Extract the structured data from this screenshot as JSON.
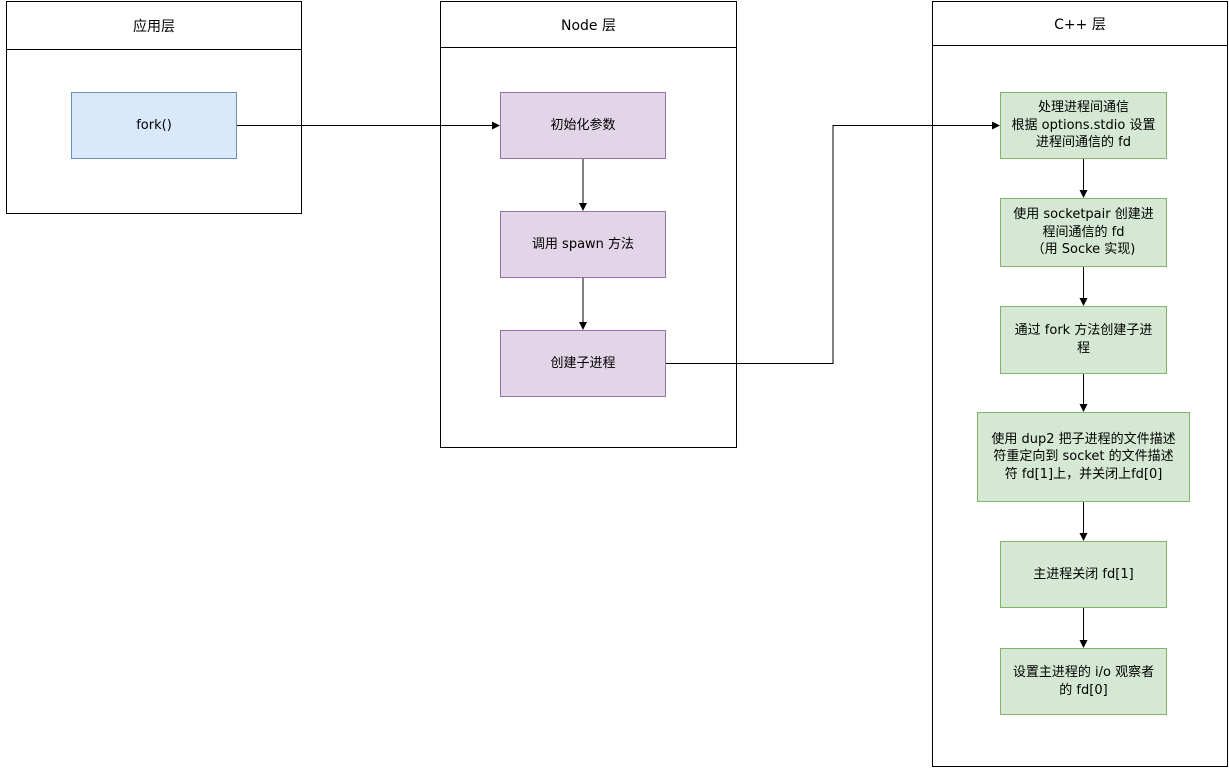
{
  "colors": {
    "blue_fill": "#dae8fc",
    "blue_stroke": "#6c8ebf",
    "purple_fill": "#e1d5e7",
    "purple_stroke": "#9673a6",
    "green_fill": "#d5e8d4",
    "green_stroke": "#82b366",
    "line": "#000000"
  },
  "lanes": {
    "app": {
      "title": "应用层",
      "nodes": [
        "fork()"
      ]
    },
    "node": {
      "title": "Node 层",
      "nodes": [
        "初始化参数",
        "调用 spawn 方法",
        "创建子进程"
      ]
    },
    "cpp": {
      "title": "C++ 层",
      "nodes": [
        "处理进程间通信\n根据 options.stdio 设置\n进程间通信的 fd",
        "使用 socketpair 创建进\n程间通信的 fd\n（用 Socke 实现)",
        "通过 fork 方法创建子进\n程",
        "使用 dup2 把子进程的文件描述\n符重定向到 socket 的文件描述\n符 fd[1]上，并关闭上fd[0]",
        "主进程关闭 fd[1]",
        "设置主进程的 i/o 观察者\n的 fd[0]"
      ]
    }
  }
}
